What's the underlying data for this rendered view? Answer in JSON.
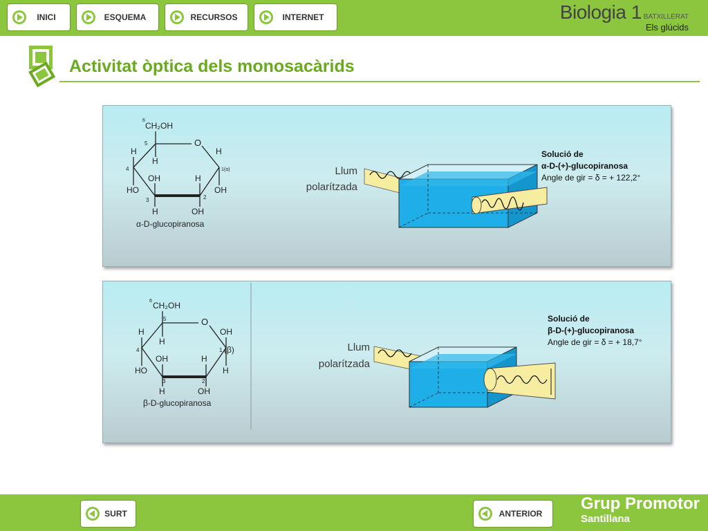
{
  "nav": {
    "inici": "INICI",
    "esquema": "ESQUEMA",
    "recursos": "RECURSOS",
    "internet": "INTERNET"
  },
  "brand": {
    "title": "Biologia 1",
    "level": "BATXILLERAT",
    "subtitle": "Els glúcids"
  },
  "page_title": "Activitat òptica dels monosacàrids",
  "panel1": {
    "molecule": {
      "carbon6": "6",
      "ch2oh": "CH₂OH",
      "c5": "5",
      "o_ring": "O",
      "h_left": "H",
      "h_inner": "H",
      "h_right": "H",
      "c4": "4",
      "c1": "1(α)",
      "oh_inner": "OH",
      "h_c2top": "H",
      "oh_right": "OH",
      "ho_left": "HO",
      "c3": "3",
      "c2": "2",
      "h_bottom": "H",
      "oh_bottom": "OH",
      "name": "α-D-glucopiranosa"
    },
    "light_label_1": "Llum",
    "light_label_2": "polarítzada",
    "solution_line1": "Solució de",
    "solution_line2": "α-D-(+)-glucopiranosa",
    "solution_line3": "Angle de gir = δ = + 122,2°"
  },
  "panel2": {
    "molecule": {
      "carbon6": "6",
      "ch2oh": "CH₂OH",
      "c5": "5",
      "o_ring": "O",
      "h_left": "H",
      "h_inner": "H",
      "oh_right": "OH",
      "c4": "4",
      "c1": "1",
      "beta": "(β)",
      "oh_inner": "OH",
      "h_c2top": "H",
      "h_right": "H",
      "ho_left": "HO",
      "c3": "3",
      "c2": "2",
      "h_bottom": "H",
      "oh_bottom": "OH",
      "name": "β-D-glucopiranosa"
    },
    "light_label_1": "Llum",
    "light_label_2": "polarítzada",
    "solution_line1": "Solució de",
    "solution_line2": "β-D-(+)-glucopiranosa",
    "solution_line3": "Angle de gir = δ = + 18,7°"
  },
  "footer": {
    "surt": "SURT",
    "anterior": "ANTERIOR",
    "grup1": "Grup Promotor",
    "grup2": "Santillana"
  },
  "colors": {
    "green": "#8cc63f",
    "title_green": "#6aab1e",
    "water": "#1eaee8",
    "light_beam": "#f7eda0"
  }
}
